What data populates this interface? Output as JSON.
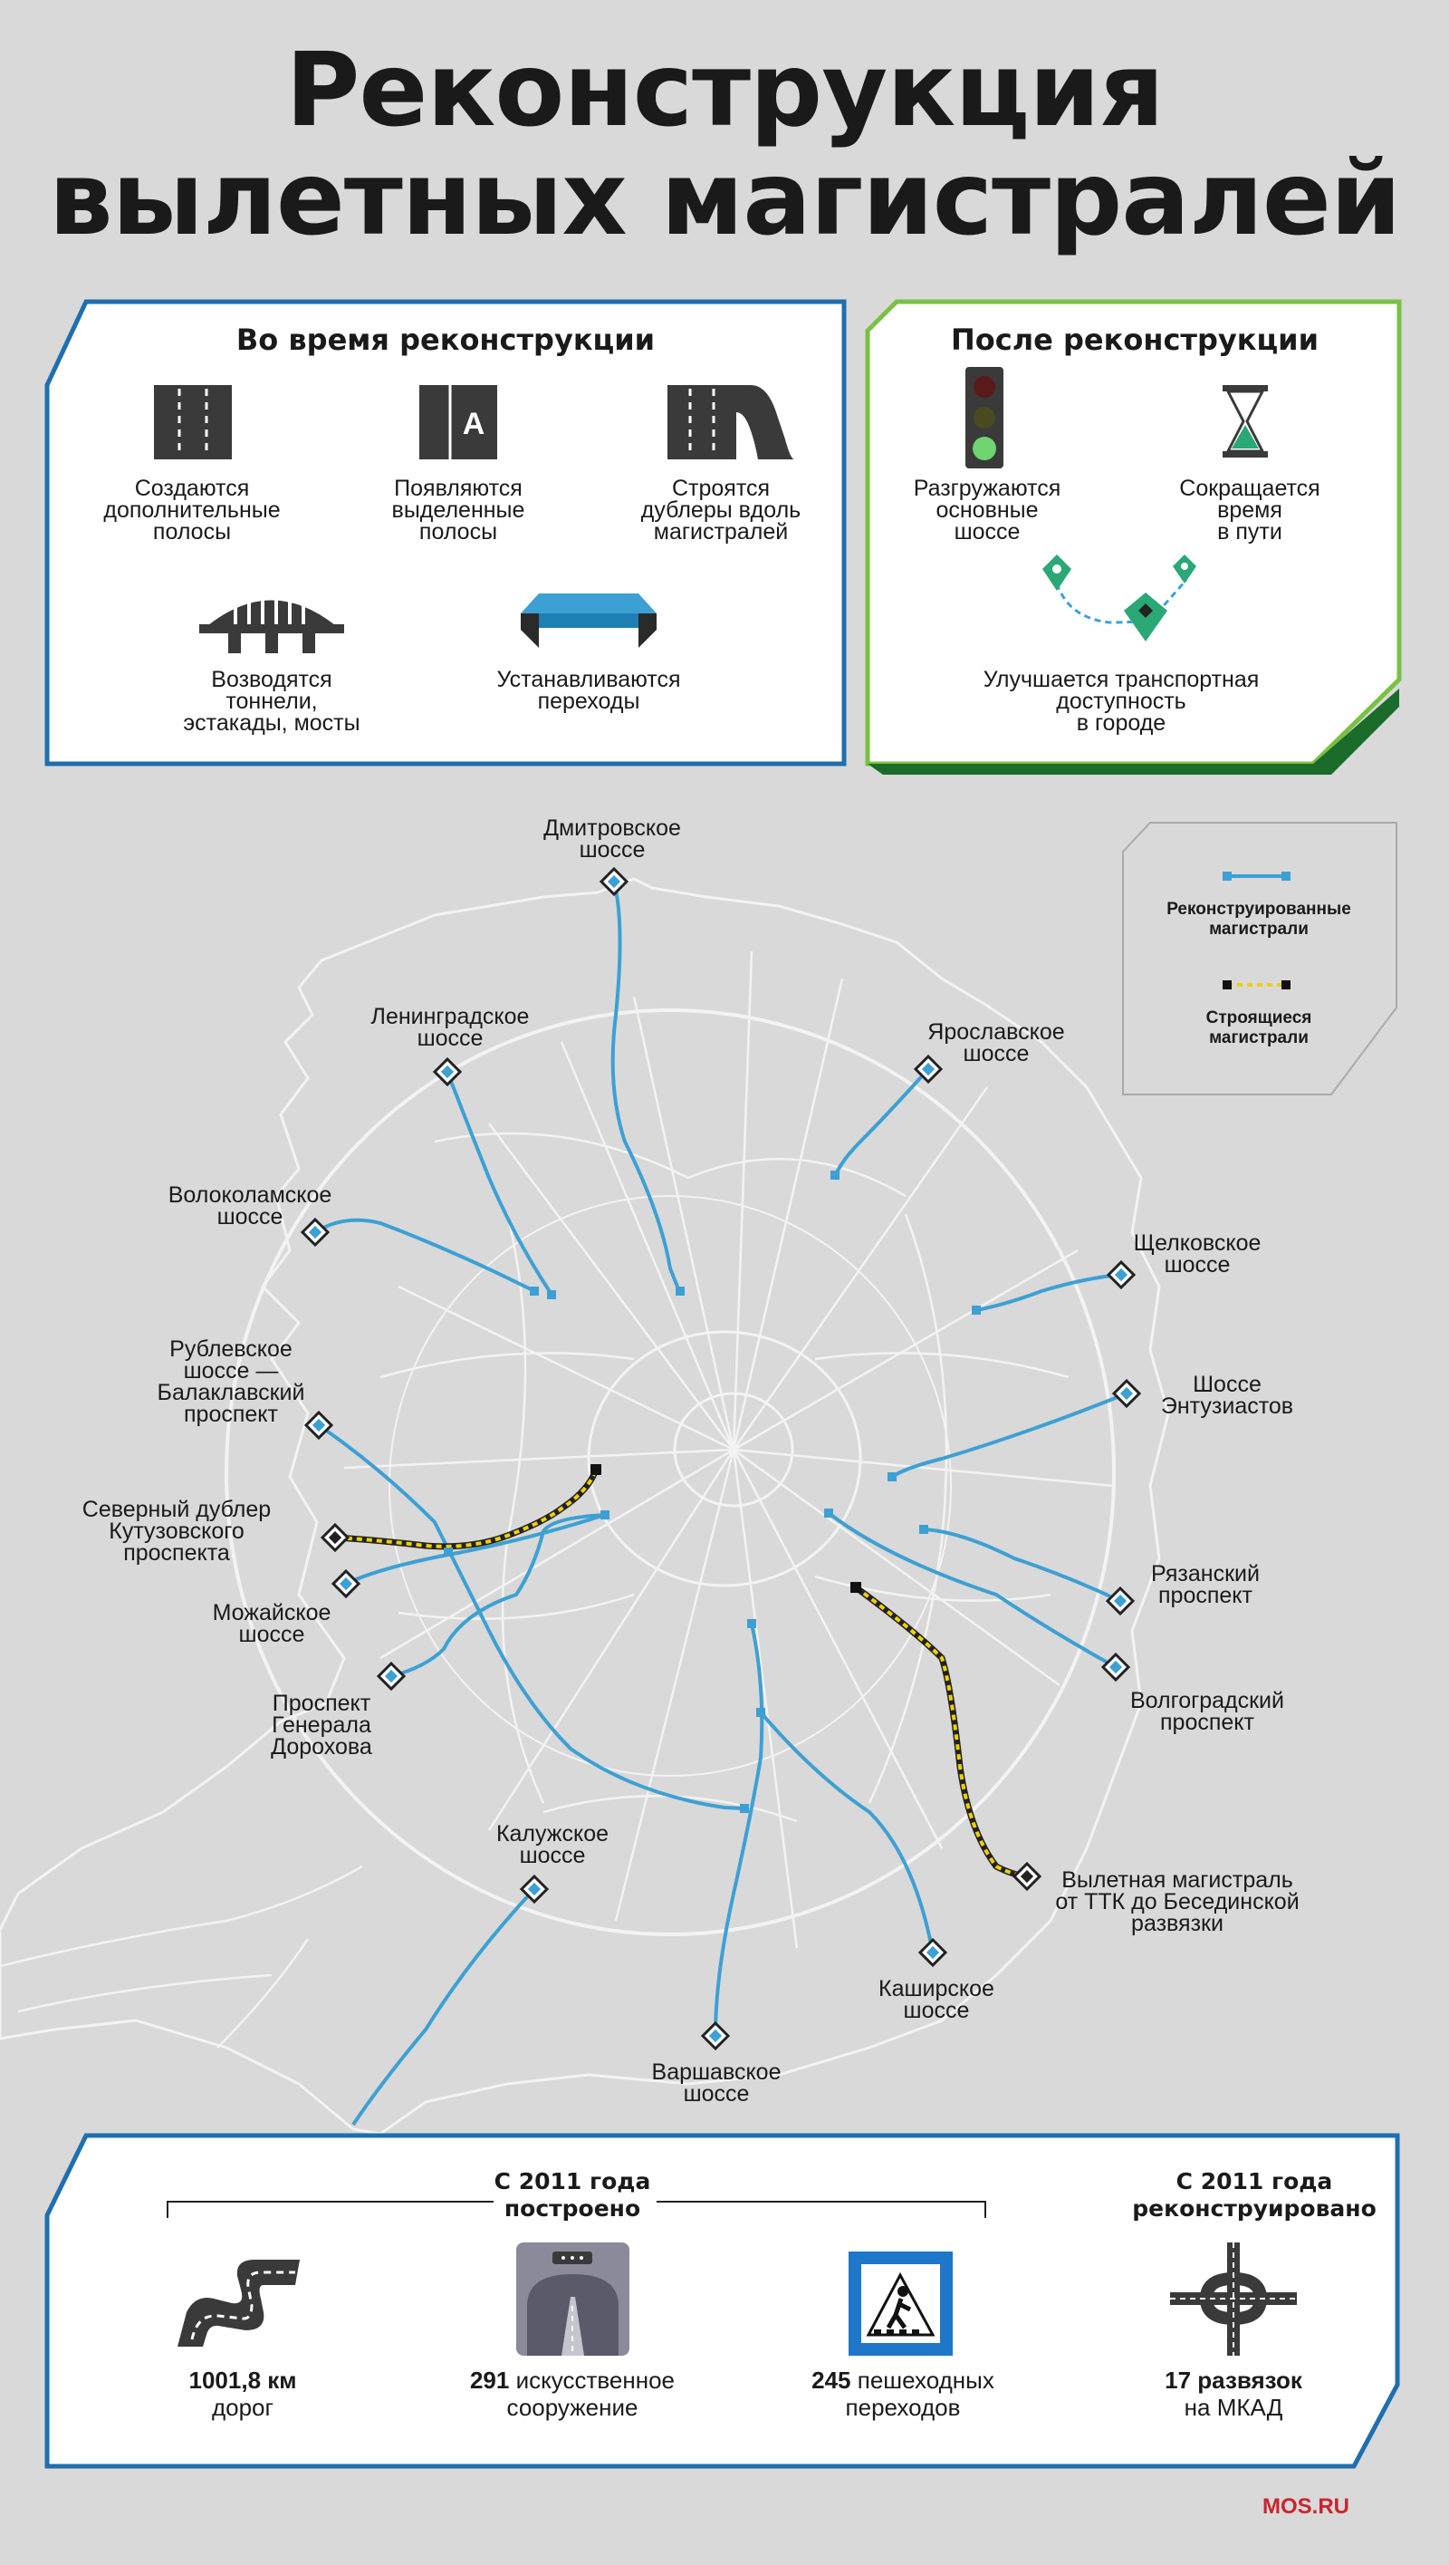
{
  "title": {
    "line1": "Реконструкция",
    "line2": "вылетных магистралей"
  },
  "during": {
    "heading": "Во время реконструкции",
    "items": [
      {
        "icon": "road-lanes-icon",
        "label": "Создаются дополнительные полосы"
      },
      {
        "icon": "dedicated-lane-icon",
        "label": "Появляются выделенные полосы"
      },
      {
        "icon": "parallel-road-icon",
        "label": "Строятся дублеры вдоль магистралей"
      },
      {
        "icon": "bridge-icon",
        "label": "Возводятся тоннели, эстакады, мосты"
      },
      {
        "icon": "overpass-icon",
        "label": "Устанавливаются переходы"
      }
    ],
    "label_lines": [
      [
        "Создаются",
        "дополнительные",
        "полосы"
      ],
      [
        "Появляются",
        "выделенные",
        "полосы"
      ],
      [
        "Строятся",
        "дублеры вдоль",
        "магистралей"
      ],
      [
        "Возводятся",
        "тоннели,",
        "эстакады, мосты"
      ],
      [
        "Устанавливаются",
        "переходы"
      ]
    ]
  },
  "after": {
    "heading": "После реконструкции",
    "label_lines": [
      [
        "Разгружаются",
        "основные",
        "шоссе"
      ],
      [
        "Сокращается",
        "время",
        "в пути"
      ],
      [
        "Улучшается транспортная",
        "доступность",
        "в городе"
      ]
    ],
    "icons": [
      "traffic-light-icon",
      "hourglass-icon",
      "route-pins-icon"
    ]
  },
  "legend": {
    "reconstructed": [
      "Реконструированные",
      "магистрали"
    ],
    "building": [
      "Строящиеся",
      "магистрали"
    ]
  },
  "colors": {
    "accent_blue": "#1f6fb0",
    "route_blue": "#3da0d4",
    "accent_green": "#7ac143",
    "dark_green": "#1b6b2a",
    "building_yellow": "#f1d000",
    "brand_red": "#c8262c"
  },
  "map_labels": [
    {
      "name": "Дмитровское шоссе",
      "lines": [
        "Дмитровское",
        "шоссе"
      ]
    },
    {
      "name": "Ленинградское шоссе",
      "lines": [
        "Ленинградское",
        "шоссе"
      ]
    },
    {
      "name": "Ярославское шоссе",
      "lines": [
        "Ярославское",
        "шоссе"
      ]
    },
    {
      "name": "Волоколамское шоссе",
      "lines": [
        "Волоколамское",
        "шоссе"
      ]
    },
    {
      "name": "Щелковское шоссе",
      "lines": [
        "Щелковское",
        "шоссе"
      ]
    },
    {
      "name": "Рублевское шоссе — Балаклавский проспект",
      "lines": [
        "Рублевское",
        "шоссе —",
        "Балаклавский",
        "проспект"
      ]
    },
    {
      "name": "Шоссе Энтузиастов",
      "lines": [
        "Шоссе",
        "Энтузиастов"
      ]
    },
    {
      "name": "Северный дублер Кутузовского проспекта",
      "lines": [
        "Северный дублер",
        "Кутузовского",
        "проспекта"
      ]
    },
    {
      "name": "Рязанский проспект",
      "lines": [
        "Рязанский",
        "проспект"
      ]
    },
    {
      "name": "Можайское шоссе",
      "lines": [
        "Можайское",
        "шоссе"
      ]
    },
    {
      "name": "Волгоградский проспект",
      "lines": [
        "Волгоградский",
        "проспект"
      ]
    },
    {
      "name": "Проспект Генерала Дорохова",
      "lines": [
        "Проспект",
        "Генерала",
        "Дорохова"
      ]
    },
    {
      "name": "Вылетная магистраль от ТТК до Бесединской развязки",
      "lines": [
        "Вылетная магистраль",
        "от ТТК до Бесединской",
        "развязки"
      ]
    },
    {
      "name": "Калужское шоссе",
      "lines": [
        "Калужское",
        "шоссе"
      ]
    },
    {
      "name": "Каширское шоссе",
      "lines": [
        "Каширское",
        "шоссе"
      ]
    },
    {
      "name": "Варшавское шоссе",
      "lines": [
        "Варшавское",
        "шоссе"
      ]
    }
  ],
  "stats": {
    "built_heading": [
      "С 2011 года",
      "построено"
    ],
    "reconstructed_heading": [
      "С 2011 года",
      "реконструировано"
    ],
    "items": [
      {
        "icon": "road-icon",
        "number": "1001,8 км",
        "line1_rest": "",
        "line2": "дорог"
      },
      {
        "icon": "tunnel-icon",
        "number": "291",
        "line1_rest": " искусственное",
        "line2": "сооружение"
      },
      {
        "icon": "pedestrian-crossing-icon",
        "number": "245",
        "line1_rest": " пешеходных",
        "line2": "переходов"
      },
      {
        "icon": "interchange-icon",
        "number": "17 развязок",
        "line1_rest": "",
        "line2": "на МКАД"
      }
    ]
  },
  "brand": "MOS.RU"
}
